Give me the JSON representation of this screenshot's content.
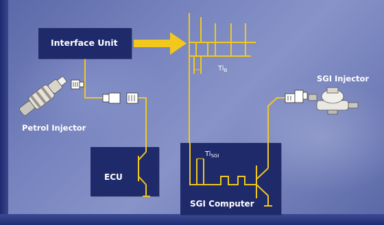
{
  "labels": {
    "interface_unit": "Interface Unit",
    "ecu": "ECU",
    "sgi_computer": "SGI Computer",
    "petrol_injector": "Petrol Injector",
    "sgi_injector": "SGI Injector",
    "ti_b_main": "Ti",
    "ti_b_sub": "B",
    "ti_sgi_main": "Ti",
    "ti_sgi_sub": "SGI"
  },
  "colors": {
    "background": "#7380bb",
    "box_fill": "#1f2a6a",
    "wire": "#f2c81c",
    "text": "#ffffff"
  },
  "icons": [
    "petrol-injector-icon",
    "sgi-injector-icon",
    "connector-icon",
    "transistor-icon",
    "flow-arrow-icon"
  ]
}
